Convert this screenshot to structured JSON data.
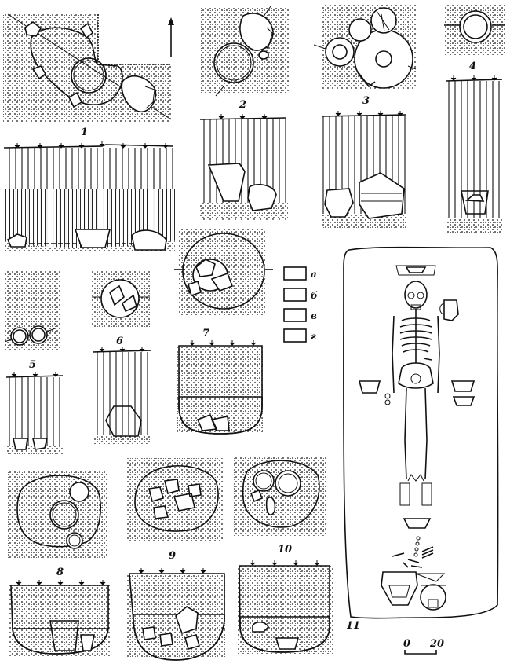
{
  "figure": {
    "description": "Archaeological plate: burial pits in plan and section, with legend and a grave plan with skeleton",
    "north_arrow": "north-arrow",
    "panels": [
      {
        "id": "1",
        "label": "1"
      },
      {
        "id": "2",
        "label": "2"
      },
      {
        "id": "3",
        "label": "3"
      },
      {
        "id": "4",
        "label": "4"
      },
      {
        "id": "5",
        "label": "5"
      },
      {
        "id": "6",
        "label": "6"
      },
      {
        "id": "7",
        "label": "7"
      },
      {
        "id": "8",
        "label": "8"
      },
      {
        "id": "9",
        "label": "9"
      },
      {
        "id": "10",
        "label": "10"
      },
      {
        "id": "11",
        "label": "11"
      }
    ],
    "legend": [
      {
        "key": "а",
        "pattern": "crosses"
      },
      {
        "key": "б",
        "pattern": "vertical-lines"
      },
      {
        "key": "в",
        "pattern": "diagonal-hatch"
      },
      {
        "key": "г",
        "pattern": "dots"
      }
    ],
    "scale_bar": {
      "start": "0",
      "end": "20"
    }
  }
}
